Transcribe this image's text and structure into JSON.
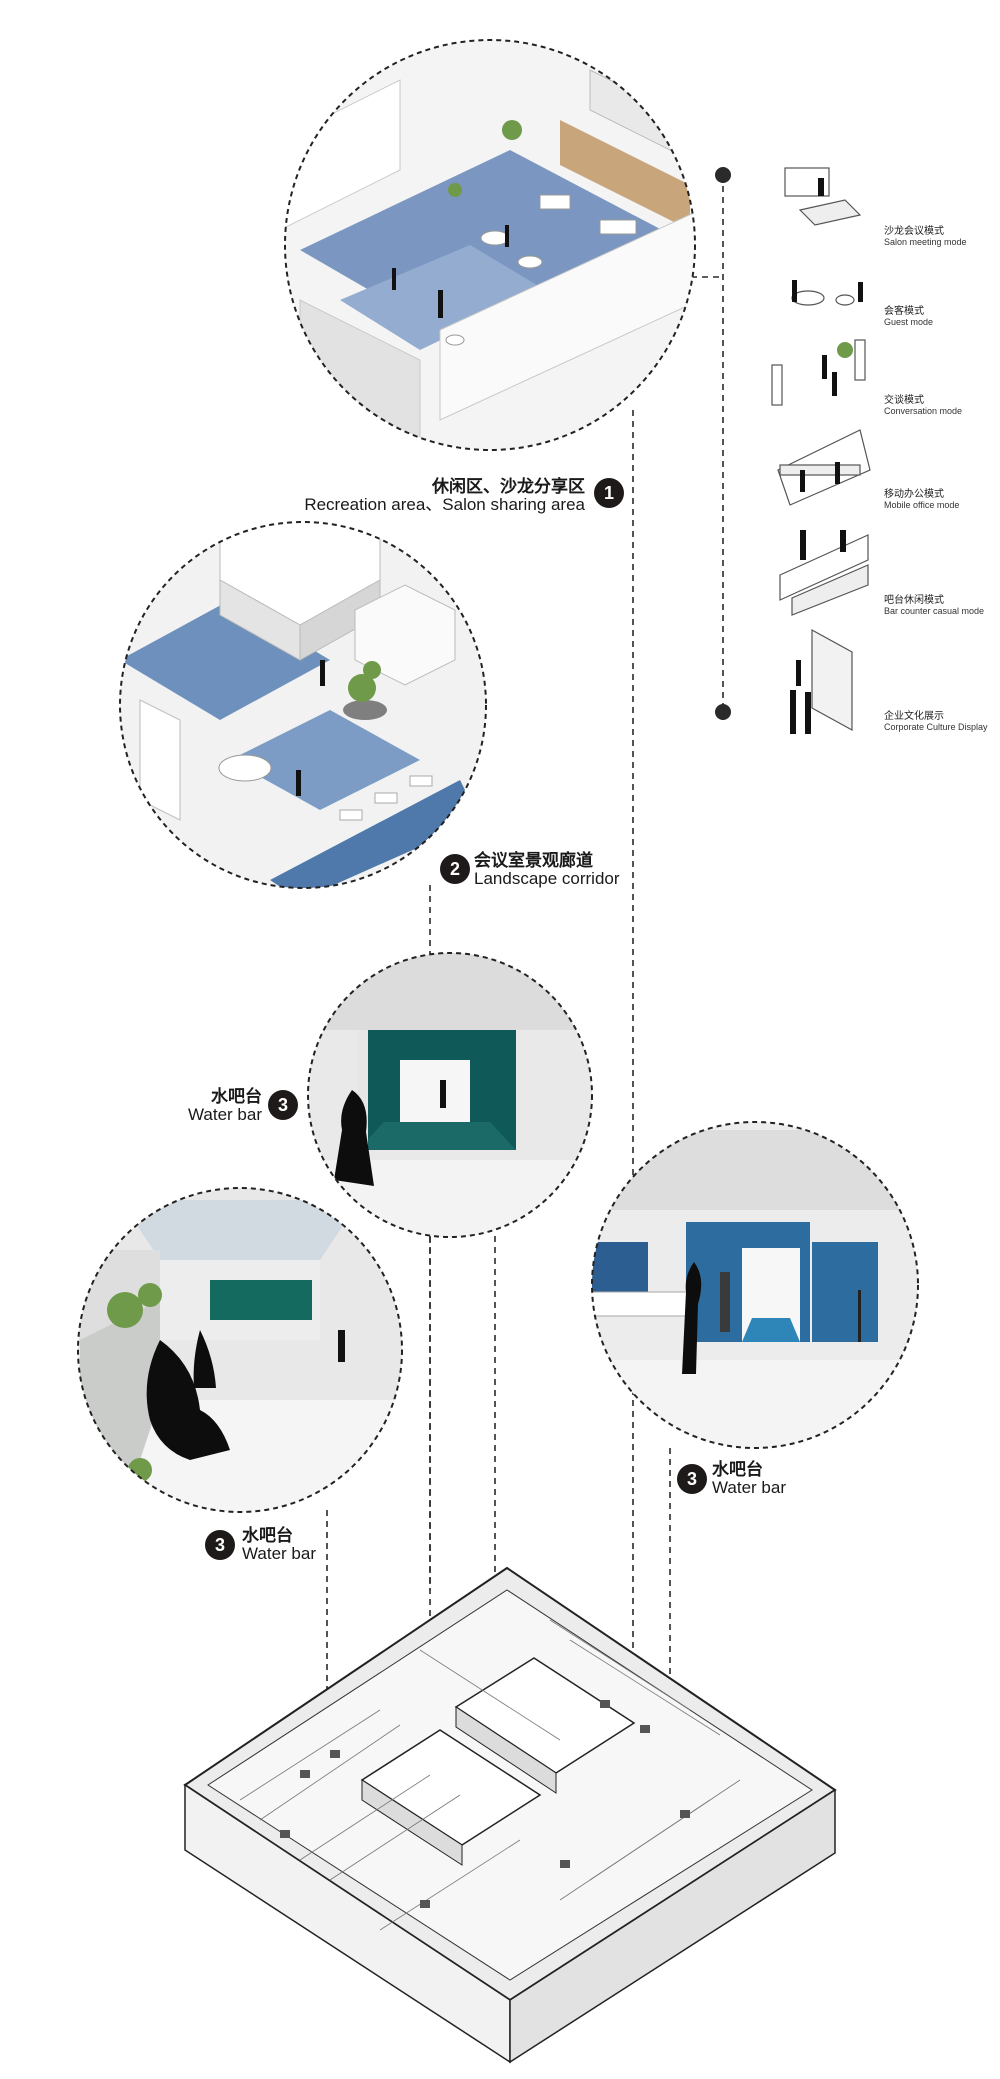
{
  "colors": {
    "accent_blue": "#5f7fae",
    "deep_teal": "#0f5a59",
    "blue_panel": "#2d6c9e",
    "line": "#2a2a2a"
  },
  "spots": [
    {
      "zh": "休闲区、沙龙分享区",
      "en": "Recreation area、Salon sharing area",
      "num": "1"
    },
    {
      "zh": "会议室景观廊道",
      "en": "Landscape corridor",
      "num": "2"
    },
    {
      "zh": "水吧台",
      "en": "Water bar",
      "num": "3"
    },
    {
      "zh": "水吧台",
      "en": "Water bar",
      "num": "3"
    },
    {
      "zh": "水吧台",
      "en": "Water bar",
      "num": "3"
    }
  ],
  "modes": [
    {
      "zh": "沙龙会议模式",
      "en": "Salon meeting mode"
    },
    {
      "zh": "会客模式",
      "en": "Guest mode"
    },
    {
      "zh": "交谈模式",
      "en": "Conversation mode"
    },
    {
      "zh": "移动办公模式",
      "en": "Mobile office mode"
    },
    {
      "zh": "吧台休闲模式",
      "en": "Bar counter casual mode"
    },
    {
      "zh": "企业文化展示",
      "en": "Corporate Culture Display"
    }
  ]
}
